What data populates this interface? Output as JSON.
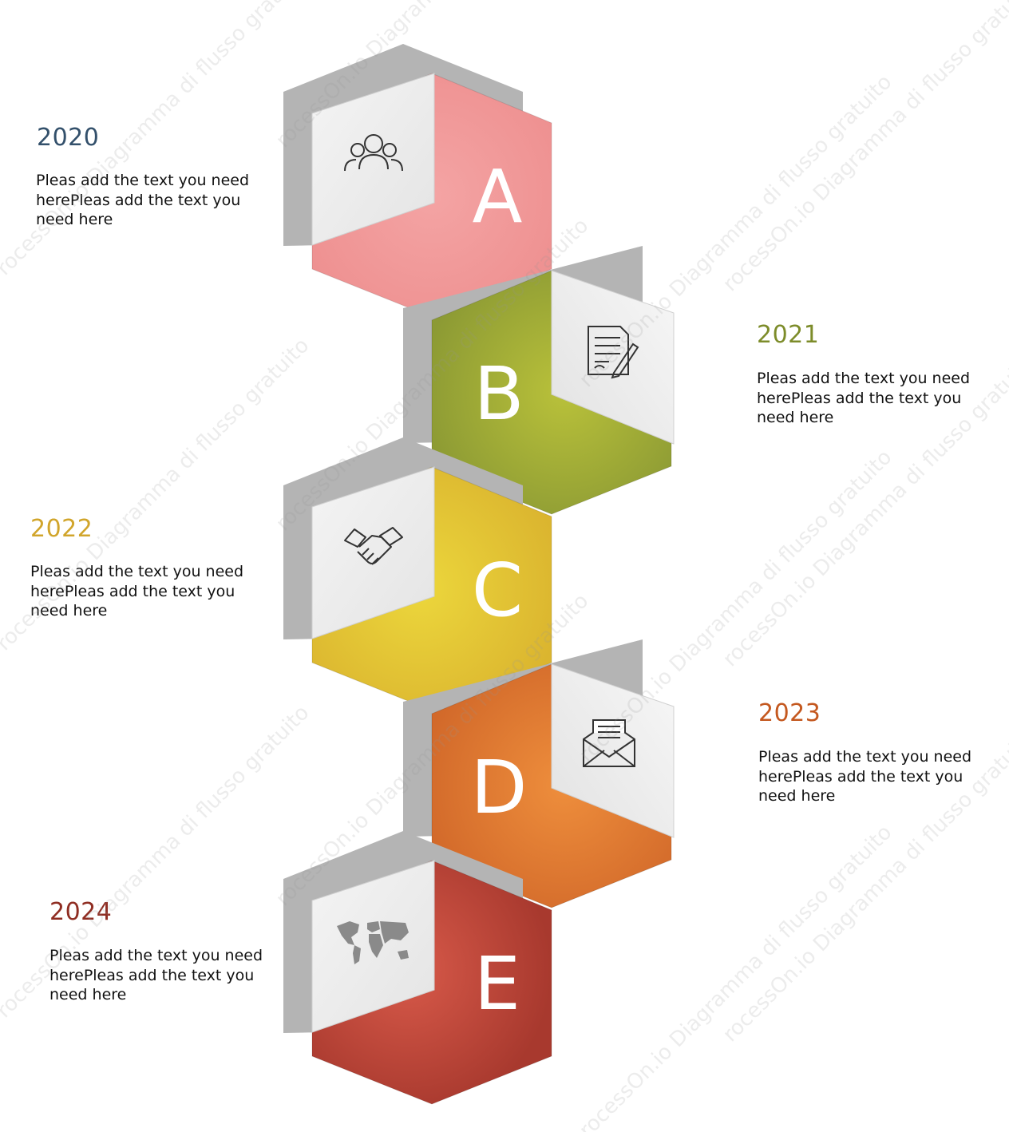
{
  "watermark_text": "rocessOn.io Diagramma di flusso gratuito",
  "steps": [
    {
      "letter": "A",
      "year": "2020",
      "text": "Pleas add the text you need herePleas add the text you need here",
      "color": "#f09595",
      "icon": "users-icon",
      "side": "left",
      "year_color": "#33506b"
    },
    {
      "letter": "B",
      "year": "2021",
      "text": "Pleas add the text you need herePleas add the text you need here",
      "color": "#a0ad32",
      "icon": "document-edit-icon",
      "side": "right",
      "year_color": "#7d8c2a"
    },
    {
      "letter": "C",
      "year": "2022",
      "text": "Pleas add the text you need herePleas add the text you need here",
      "color": "#e0c233",
      "icon": "handshake-icon",
      "side": "left",
      "year_color": "#d1a52b"
    },
    {
      "letter": "D",
      "year": "2023",
      "text": "Pleas add the text you need herePleas add the text you need here",
      "color": "#e0782e",
      "icon": "envelope-letter-icon",
      "side": "right",
      "year_color": "#c4581f"
    },
    {
      "letter": "E",
      "year": "2024",
      "text": "Pleas add the text you need herePleas add the text you need here",
      "color": "#be4234",
      "icon": "world-map-icon",
      "side": "left",
      "year_color": "#8f2d22"
    }
  ]
}
